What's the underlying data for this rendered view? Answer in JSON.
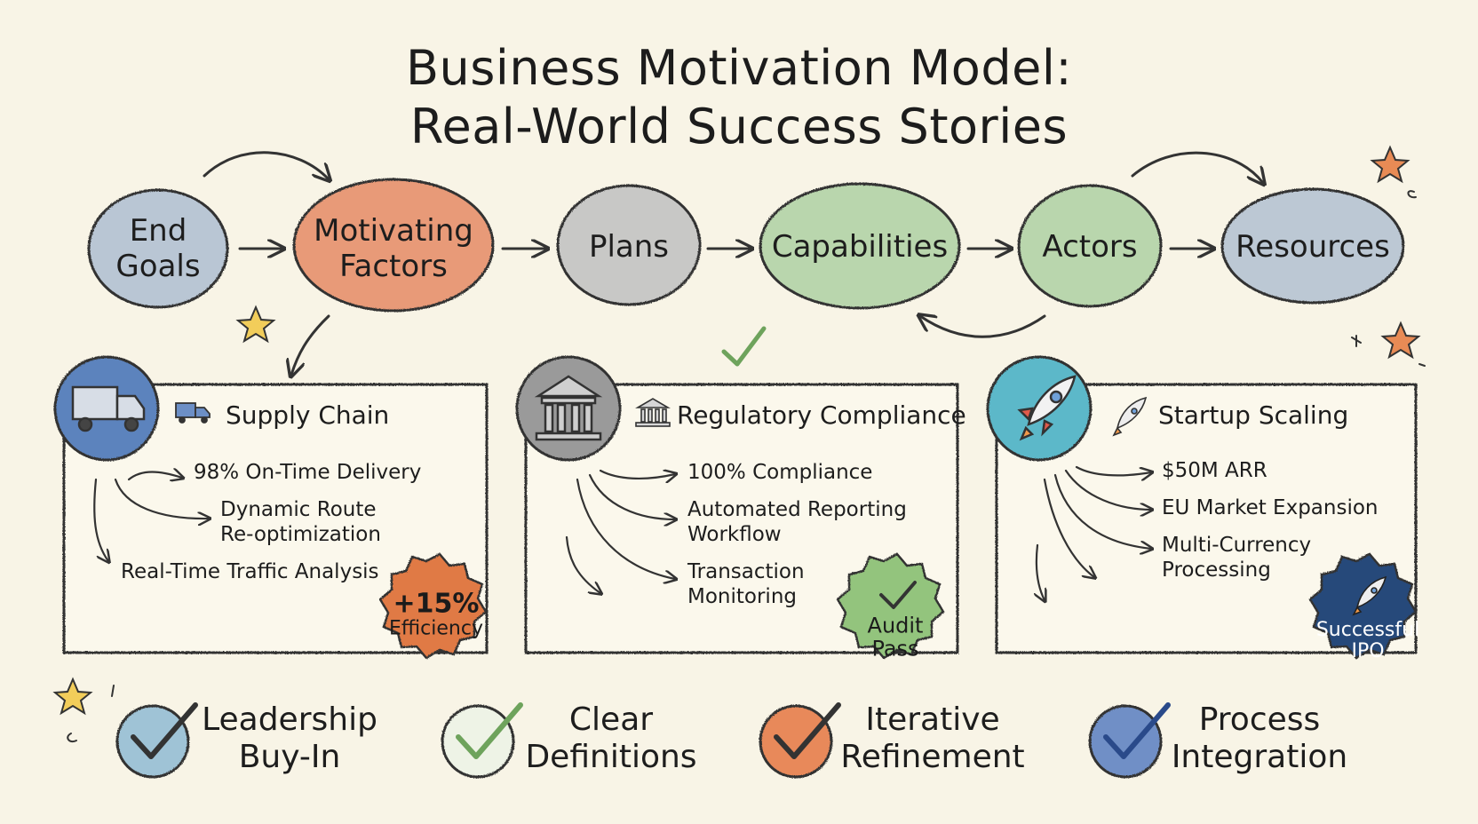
{
  "title": {
    "line1": "Business Motivation Model:",
    "line2": "Real-World Success Stories"
  },
  "flow": [
    {
      "line1": "End",
      "line2": "Goals",
      "color": "#b9c6d4"
    },
    {
      "line1": "Motivating",
      "line2": "Factors",
      "color": "#e89a78"
    },
    {
      "line1": "Plans",
      "line2": "",
      "color": "#c8c8c6"
    },
    {
      "line1": "Capabilities",
      "line2": "",
      "color": "#b9d6ad"
    },
    {
      "line1": "Actors",
      "line2": "",
      "color": "#b9d6ad"
    },
    {
      "line1": "Resources",
      "line2": "",
      "color": "#bcc8d4"
    }
  ],
  "cases": [
    {
      "title": "Supply Chain",
      "icon": "truck-icon",
      "items": [
        "98% On-Time Delivery",
        "Dynamic Route",
        "Re-optimization",
        "Real-Time Traffic Analysis"
      ],
      "seal": {
        "line1": "+15%",
        "line2": "Efficiency",
        "color": "#e07a45"
      },
      "accent": "#5b83bd"
    },
    {
      "title": "Regulatory Compliance",
      "icon": "bank-icon",
      "items": [
        "100% Compliance",
        "Automated Reporting",
        "Workflow",
        "Transaction",
        "Monitoring"
      ],
      "seal": {
        "line1": "Audit",
        "line2": "Pass",
        "color": "#93c47d"
      },
      "accent": "#9a9a9a"
    },
    {
      "title": "Startup Scaling",
      "icon": "rocket-icon",
      "items": [
        "$50M ARR",
        "EU Market Expansion",
        "Multi-Currency",
        "Processing"
      ],
      "seal": {
        "line1": "Successful",
        "line2": "IPO",
        "color": "#27497a"
      },
      "accent": "#5bb8c9"
    }
  ],
  "best_practices": [
    {
      "line1": "Leadership",
      "line2": "Buy-In",
      "color": "#9fc3d6"
    },
    {
      "line1": "Clear",
      "line2": "Definitions",
      "color": "#a8d39a"
    },
    {
      "line1": "Iterative",
      "line2": "Refinement",
      "color": "#e8895a"
    },
    {
      "line1": "Process",
      "line2": "Integration",
      "color": "#6f8fc6"
    }
  ]
}
